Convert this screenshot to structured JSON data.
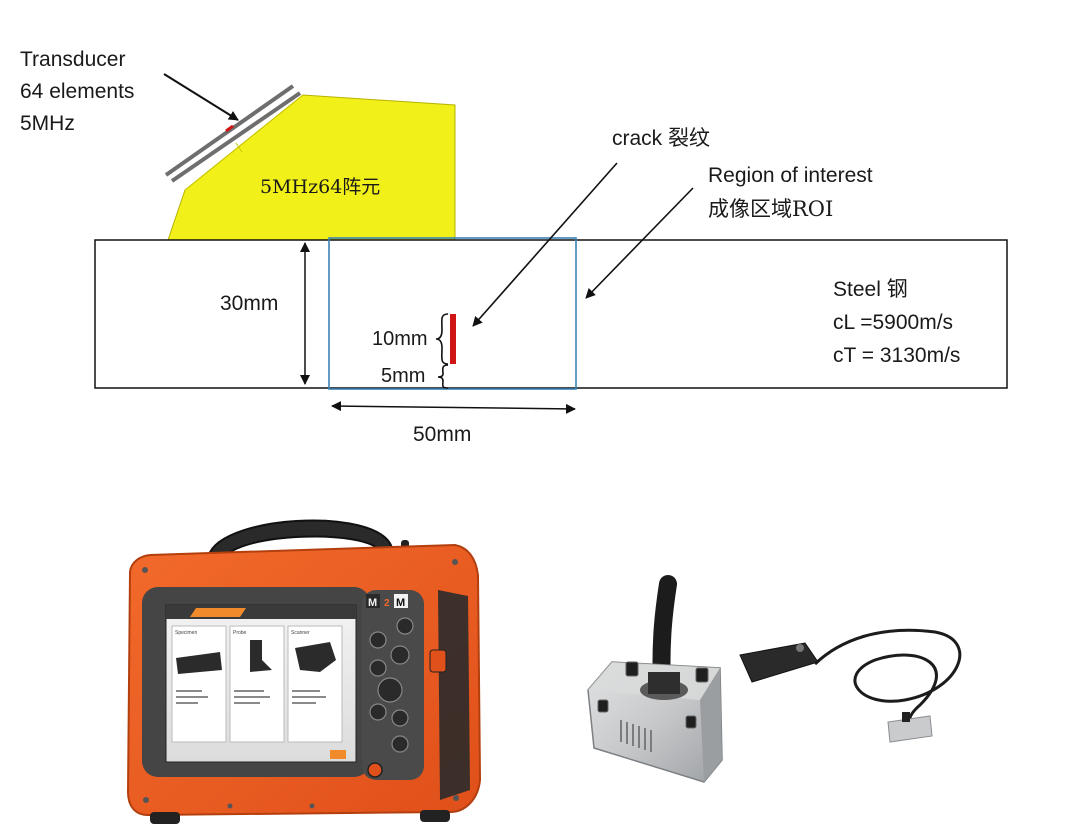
{
  "diagram": {
    "transducer_label": [
      "Transducer",
      "64 elements",
      "5MHz"
    ],
    "wedge_label": "5MHz64阵元",
    "crack_label": "crack 裂纹",
    "roi_label": [
      "Region of interest",
      "成像区域ROI"
    ],
    "thickness_label": "30mm",
    "crack_height_label": "10mm",
    "crack_offset_label": "5mm",
    "roi_width_label": "50mm",
    "material_label": [
      "Steel 钢",
      "cL =5900m/s",
      "cT = 3130m/s"
    ]
  },
  "colors": {
    "wedge": "#f2f019",
    "crack": "#d01515",
    "roi_border": "#3b84b5",
    "instrument_body": "#ee5a1e",
    "probe_housing": "#c4c6c8"
  },
  "photos": {
    "instrument": {
      "brand_text": "M2M",
      "screen_panels": [
        "Specimen",
        "Probe",
        "Scanner"
      ]
    },
    "probe": {}
  }
}
